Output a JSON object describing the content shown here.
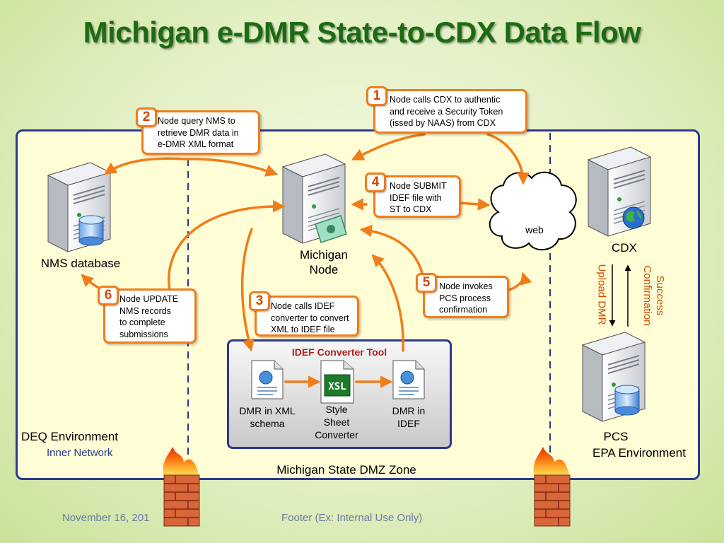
{
  "title": "Michigan e-DMR State-to-CDX Data Flow",
  "colors": {
    "accent": "#f07d1a",
    "title": "#1b6b12",
    "panel_border": "#2b3a8c",
    "panel_bg": "#fffdd6",
    "vertical_label": "#d04a00"
  },
  "steps": [
    {
      "num": "1",
      "lines": [
        "Node calls CDX to authentic",
        "and receive a Security Token",
        "(issed by NAAS) from CDX"
      ]
    },
    {
      "num": "2",
      "lines": [
        "Node query NMS to",
        "retrieve DMR data in",
        "e-DMR XML format"
      ]
    },
    {
      "num": "3",
      "lines": [
        "Node calls IDEF",
        "converter to convert",
        "XML to IDEF file"
      ]
    },
    {
      "num": "4",
      "lines": [
        "Node SUBMIT",
        "IDEF file with",
        "ST to CDX"
      ]
    },
    {
      "num": "5",
      "lines": [
        "Node invokes",
        "PCS process",
        "confirmation"
      ]
    },
    {
      "num": "6",
      "lines": [
        "Node UPDATE",
        "NMS records",
        "to complete",
        "submissions"
      ]
    }
  ],
  "nodes": {
    "nms": "NMS database",
    "michigan_node": [
      "Michigan",
      "Node"
    ],
    "web": "web",
    "cdx": "CDX",
    "pcs": "PCS"
  },
  "converter": {
    "title": "IDEF Converter Tool",
    "items": [
      {
        "lines": [
          "DMR in XML",
          "schema"
        ],
        "icon": "xml-document-icon"
      },
      {
        "lines": [
          "Style",
          "Sheet",
          "Converter"
        ],
        "icon": "xsl-document-icon"
      },
      {
        "lines": [
          "DMR in",
          "IDEF"
        ],
        "icon": "xml-document-icon"
      }
    ]
  },
  "zones": {
    "deq": "DEQ Environment",
    "inner": "Inner Network",
    "dmz": "Michigan State DMZ Zone",
    "epa": "EPA Environment"
  },
  "vertical_labels": {
    "upload": "Upload DMR",
    "success": [
      "Success",
      "Confirmation"
    ]
  },
  "footer": {
    "date": "November 16, 201",
    "text": "Footer (Ex: Internal Use Only)"
  }
}
